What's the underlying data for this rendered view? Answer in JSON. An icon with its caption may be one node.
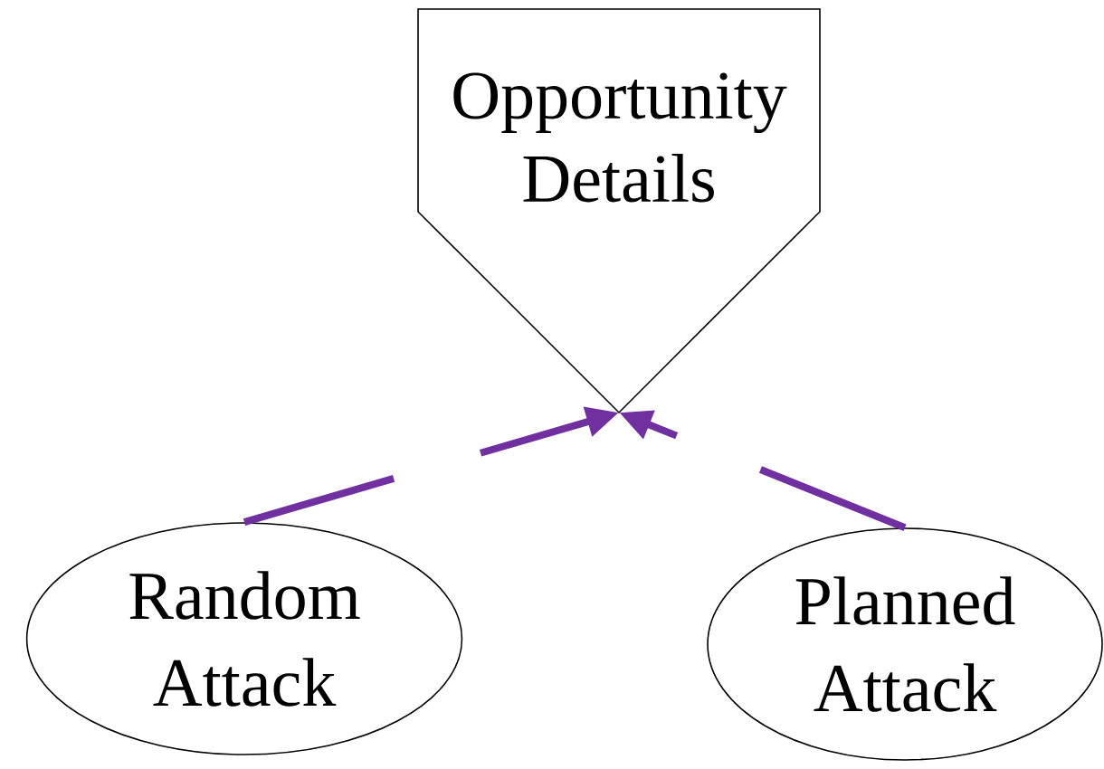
{
  "diagram": {
    "nodes": [
      {
        "text": [
          "Opportunity Details"
        ]
      },
      {
        "text": [
          "Random Attack"
        ]
      },
      {
        "text": [
          "Planned Attack"
        ]
      }
    ],
    "edges": [
      {
        "from": 1,
        "to": 0,
        "arrow": "to",
        "style": "dashed"
      },
      {
        "from": 2,
        "to": 0,
        "arrow": "to",
        "style": "dashed"
      }
    ]
  }
}
